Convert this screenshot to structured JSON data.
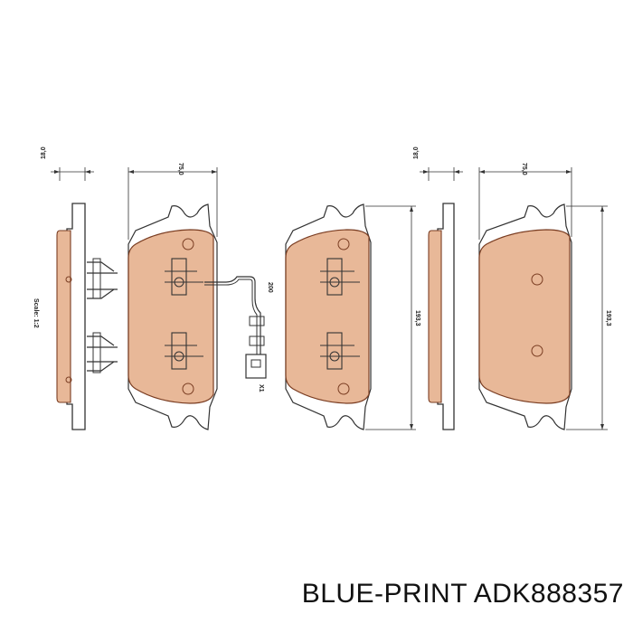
{
  "caption": {
    "brand": "BLUE-PRINT",
    "part_number": "ADK888357"
  },
  "drawing": {
    "scale_label": "Scale: 1:2",
    "dimensions": {
      "thickness_a": "18,0",
      "width_a": "75,0",
      "height_a": "193,3",
      "thickness_b": "18,0",
      "width_b": "75,0",
      "height_b": "193,3",
      "wire_length": "200",
      "connector": "X1"
    }
  },
  "colors": {
    "lining_fill": "#e8b898",
    "lining_stroke": "#7a3d22",
    "line": "#333333",
    "background": "#ffffff"
  }
}
